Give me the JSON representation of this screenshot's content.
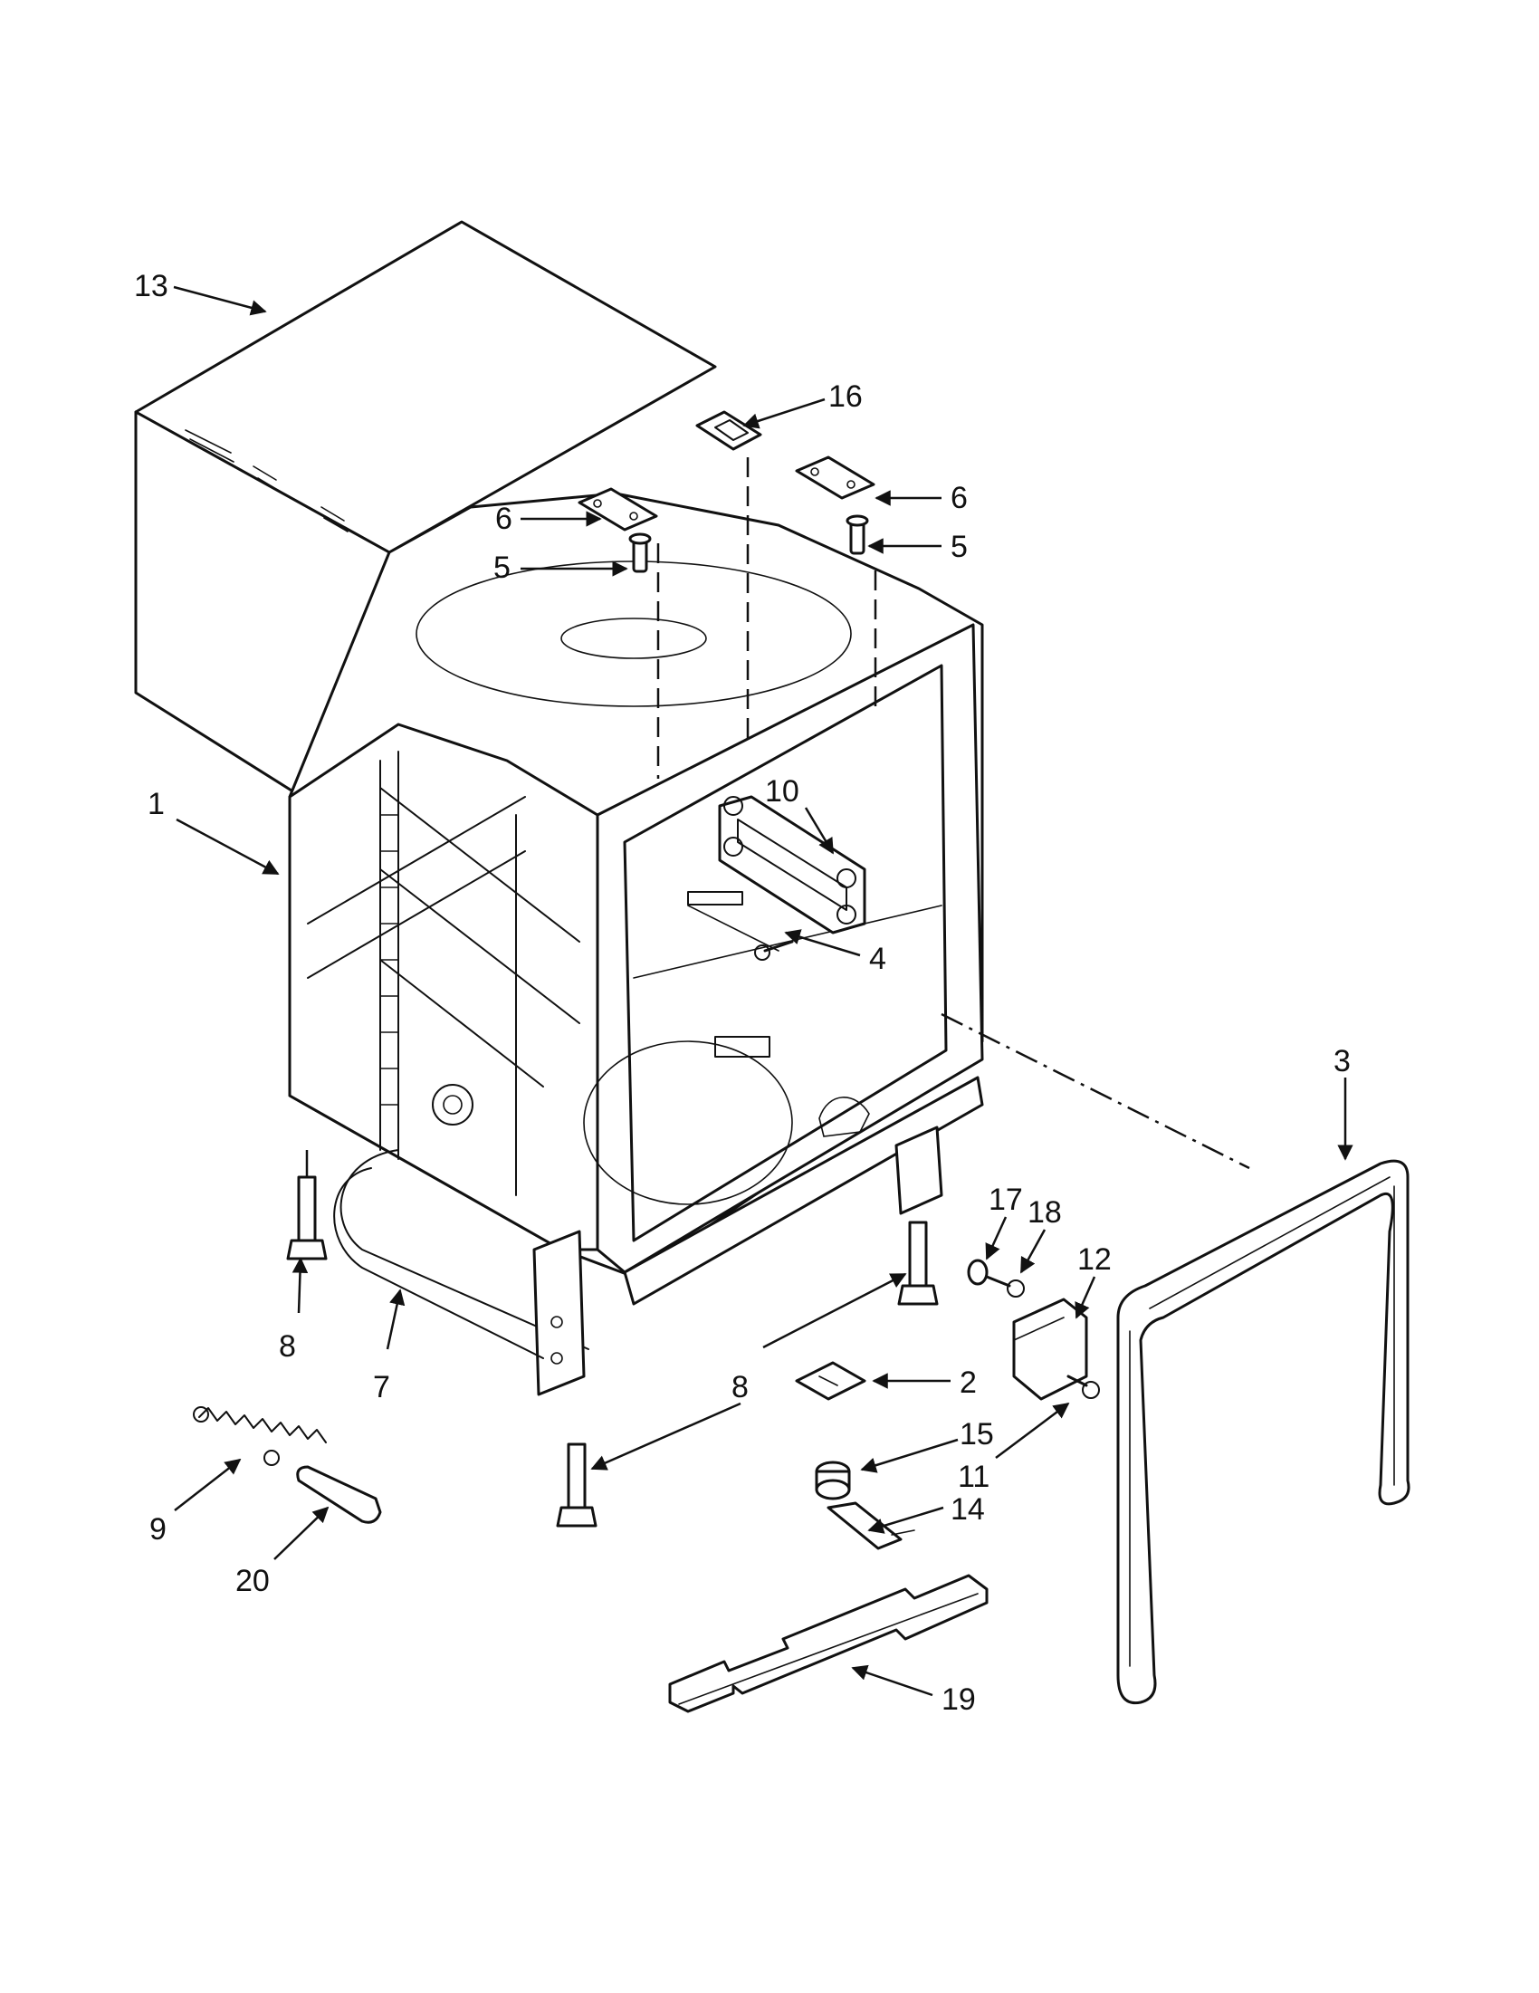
{
  "callouts": {
    "c1": "1",
    "c2": "2",
    "c3": "3",
    "c4": "4",
    "c5a": "5",
    "c5b": "5",
    "c6a": "6",
    "c6b": "6",
    "c7": "7",
    "c8a": "8",
    "c8b": "8",
    "c9": "9",
    "c10": "10",
    "c11": "11",
    "c12": "12",
    "c13": "13",
    "c14": "14",
    "c15": "15",
    "c16": "16",
    "c17": "17",
    "c18": "18",
    "c19": "19",
    "c20": "20"
  }
}
